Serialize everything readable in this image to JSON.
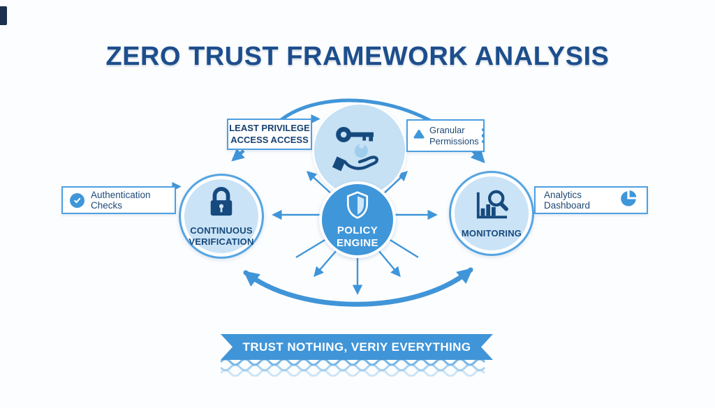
{
  "title": "ZERO TRUST FRAMEWORK ANALYSIS",
  "nodes": {
    "top": {
      "icon": "key-in-hand-icon"
    },
    "left": {
      "label": "CONTINUOUS\nVERIFICATION",
      "icon": "lock-icon"
    },
    "center": {
      "label": "POLICY\nENGINE",
      "icon": "shield-icon"
    },
    "right": {
      "label": "MONITORING",
      "icon": "bar-chart-magnifier-icon"
    }
  },
  "callouts": {
    "least_privilege": {
      "text": "LEAST PRIVILEGE\nACCESS ACCESS"
    },
    "granular_permissions": {
      "text": "Granular\nPermissions",
      "leading_icon": "triangle-icon",
      "trailing_icon": "vertical-ellipsis-icon"
    },
    "authentication": {
      "text": "Authentication Checks",
      "leading_icon": "check-circle-icon"
    },
    "analytics": {
      "text": "Analytics Dashboard",
      "trailing_icon": "pie-chart-icon"
    }
  },
  "banner": {
    "text": "TRUST NOTHING, VERIY EVERYTHING"
  },
  "colors": {
    "accent_blue": "#4095d8",
    "title_navy": "#1d4e8c",
    "icon_navy": "#164a7e",
    "light_circle_fill": "#cbe3f6",
    "top_circle_fill": "#c6e0f4"
  }
}
